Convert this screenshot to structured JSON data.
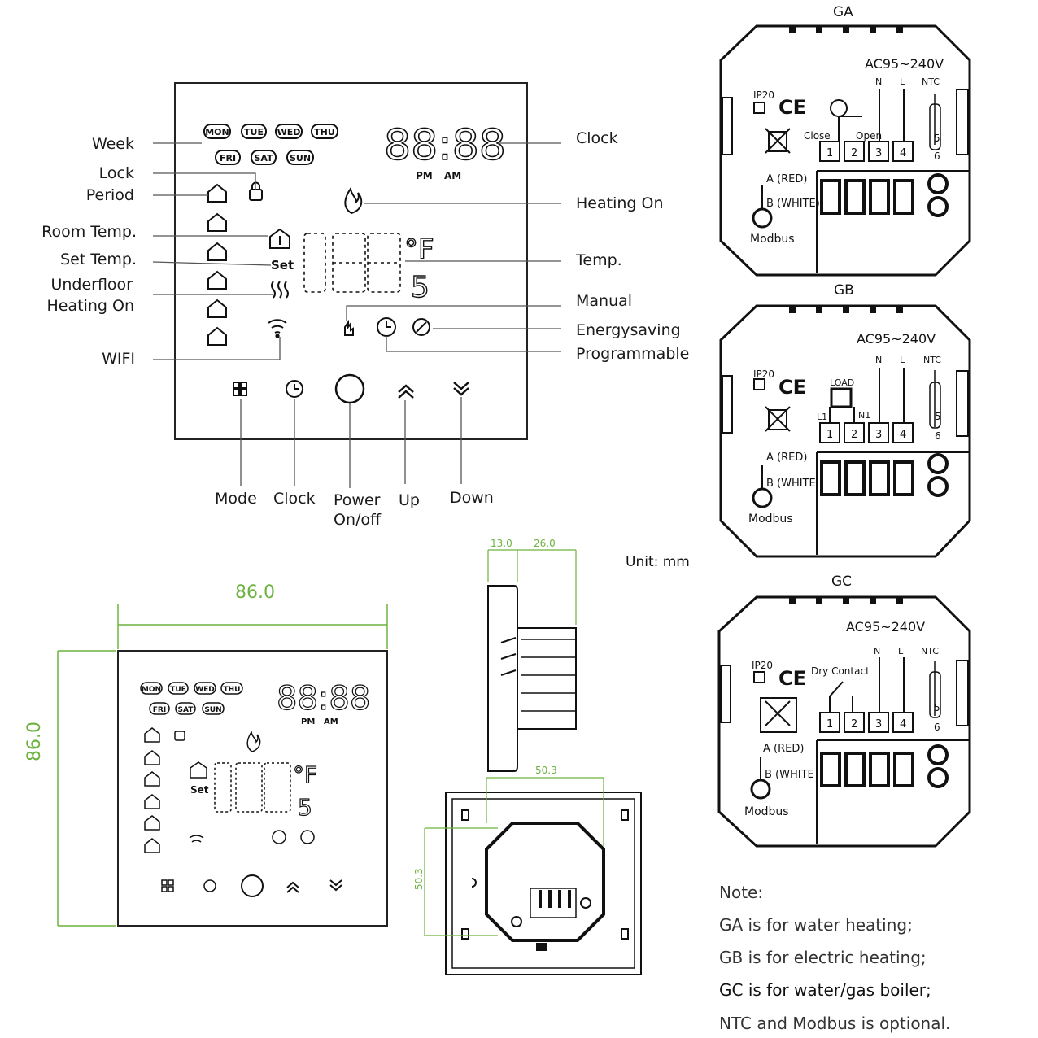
{
  "main_panel": {
    "days_row1": [
      "MON",
      "TUE",
      "WED",
      "THU"
    ],
    "days_row2": [
      "FRI",
      "SAT",
      "SUN"
    ],
    "clock_digits": "88:88",
    "pm": "PM",
    "am": "AM",
    "temp_unit_f": "°F",
    "temp_digit_s": "5",
    "set_label": "Set"
  },
  "callouts": {
    "week": "Week",
    "lock": "Lock",
    "period": "Period",
    "room_temp": "Room Temp.",
    "set_temp": "Set  Temp.",
    "underfloor_1": "Underfloor",
    "underfloor_2": "Heating On",
    "wifi": "WIFI",
    "clock": "Clock",
    "heating_on": "Heating On",
    "temp": "Temp.",
    "manual": "Manual",
    "energysaving": "Energysaving",
    "programmable": "Programmable"
  },
  "buttons": {
    "mode": "Mode",
    "clock": "Clock",
    "power_1": "Power",
    "power_2": "On/off",
    "up": "Up",
    "down": "Down"
  },
  "wiring": {
    "ga": {
      "title": "GA",
      "voltage": "AC95~240V",
      "n": "N",
      "l": "L",
      "ntc": "NTC",
      "ip": "IP20",
      "ce": "CE",
      "extra_1": "Close",
      "extra_2": "Open",
      "terminals": [
        "1",
        "2",
        "3",
        "4"
      ],
      "ntc_terms": [
        "5",
        "6"
      ],
      "a_red": "A (RED)",
      "b_white": "B (WHITE)",
      "modbus": "Modbus"
    },
    "gb": {
      "title": "GB",
      "voltage": "AC95~240V",
      "n": "N",
      "l": "L",
      "ntc": "NTC",
      "ip": "IP20",
      "ce": "CE",
      "load": "LOAD",
      "l1": "L1",
      "n1": "N1",
      "terminals": [
        "1",
        "2",
        "3",
        "4"
      ],
      "ntc_terms": [
        "5",
        "6"
      ],
      "a_red": "A (RED)",
      "b_white": "B (WHITE",
      "modbus": "Modbus"
    },
    "gc": {
      "title": "GC",
      "voltage": "AC95~240V",
      "n": "N",
      "l": "L",
      "ntc": "NTC",
      "ip": "IP20",
      "ce": "CE",
      "dry": "Dry Contact",
      "terminals": [
        "1",
        "2",
        "3",
        "4"
      ],
      "ntc_terms": [
        "5",
        "6"
      ],
      "a_red": "A (RED)",
      "b_white": "B (WHITE",
      "modbus": "Modbus"
    }
  },
  "dimensions": {
    "width": "86.0",
    "height": "86.0",
    "depth_front": "13.0",
    "depth_back": "26.0",
    "box_w": "50.3",
    "box_h": "50.3",
    "unit": "Unit: mm"
  },
  "notes": [
    "Note:",
    "GA is for water heating;",
    "GB is for electric heating;",
    "GC is for water/gas boiler;",
    "NTC and Modbus is optional."
  ],
  "colors": {
    "dimension": "#6db33f",
    "line": "#111111",
    "text": "#1a1a1a"
  }
}
